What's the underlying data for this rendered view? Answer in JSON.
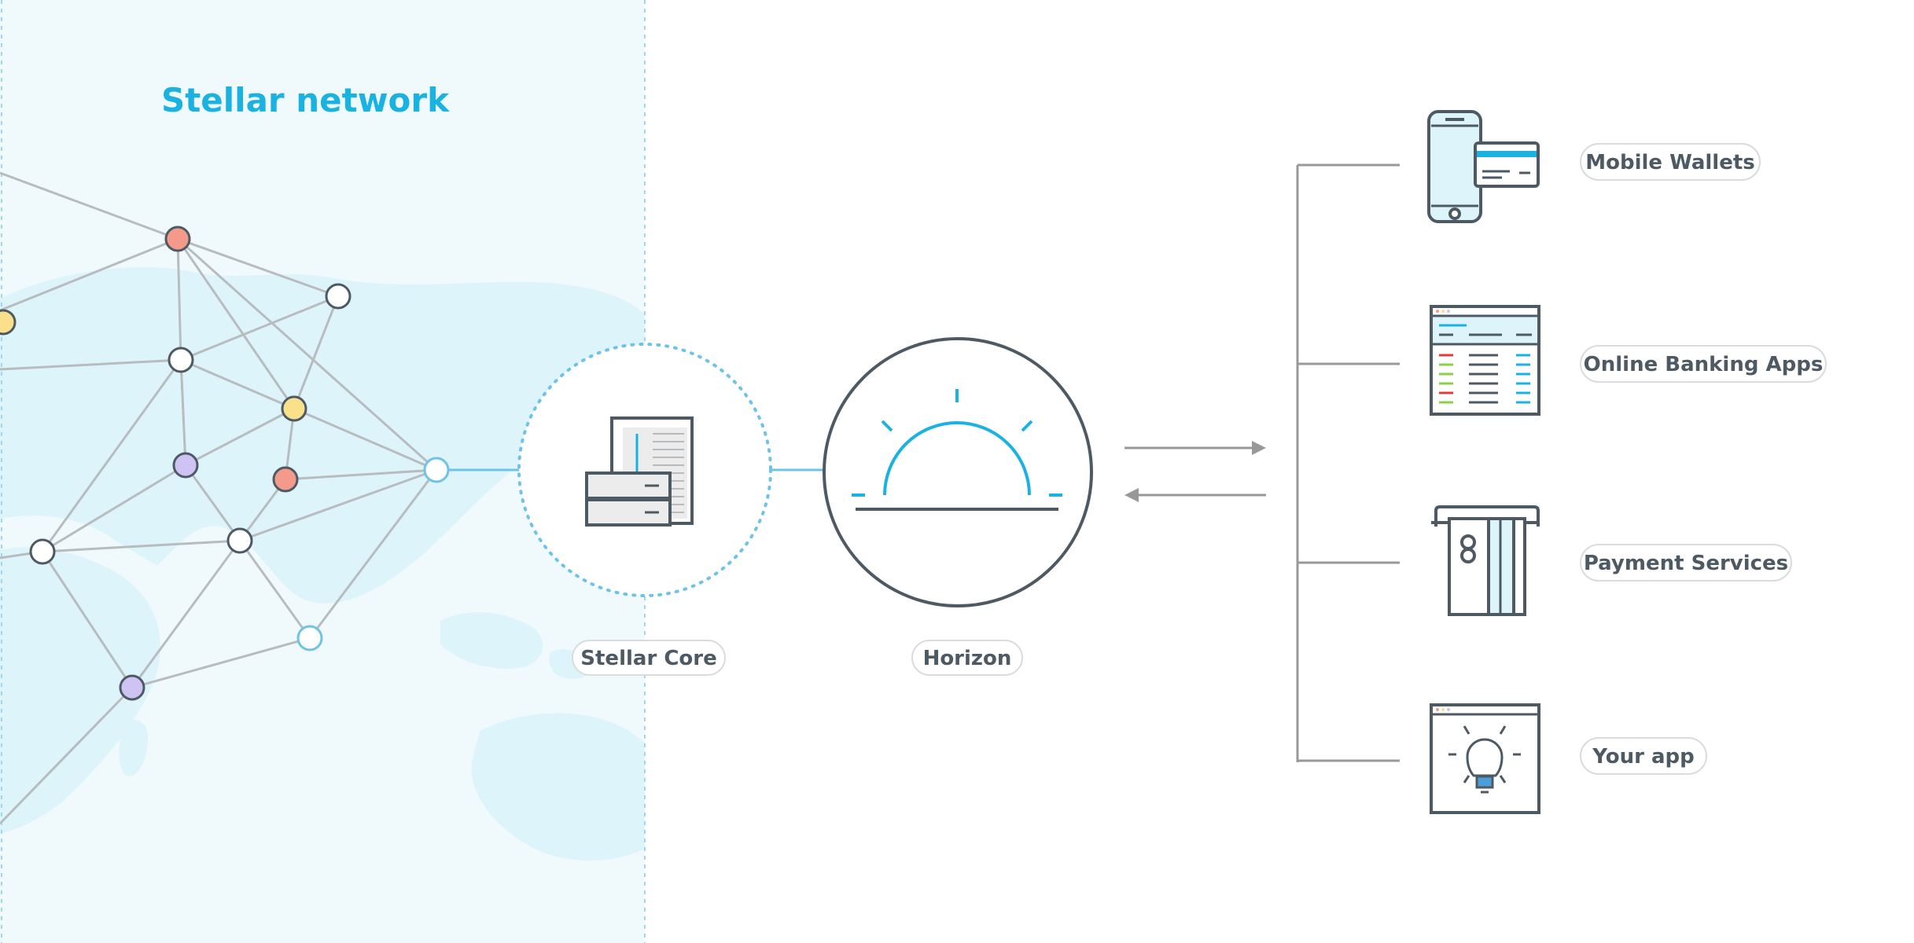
{
  "colors": {
    "network_bg": "#f0fafd",
    "map_land": "#def4fb",
    "accent_blue": "#1ab2e0",
    "dark_stroke": "#4d5a64",
    "edge_gray": "#b8bcbf",
    "node_red": "#f49a8a",
    "node_yellow": "#fbe08c",
    "node_purple": "#cfc3f4",
    "node_white": "#ffffff",
    "connector_gray": "#999999"
  },
  "network": {
    "title": "Stellar network"
  },
  "components": {
    "core_label": "Stellar Core",
    "horizon_label": "Horizon"
  },
  "clients": [
    {
      "label": "Mobile Wallets",
      "icon": "mobile-wallet-icon"
    },
    {
      "label": "Online Banking Apps",
      "icon": "banking-app-icon"
    },
    {
      "label": "Payment Services",
      "icon": "payment-terminal-icon"
    },
    {
      "label": "Your app",
      "icon": "lightbulb-app-icon"
    }
  ]
}
